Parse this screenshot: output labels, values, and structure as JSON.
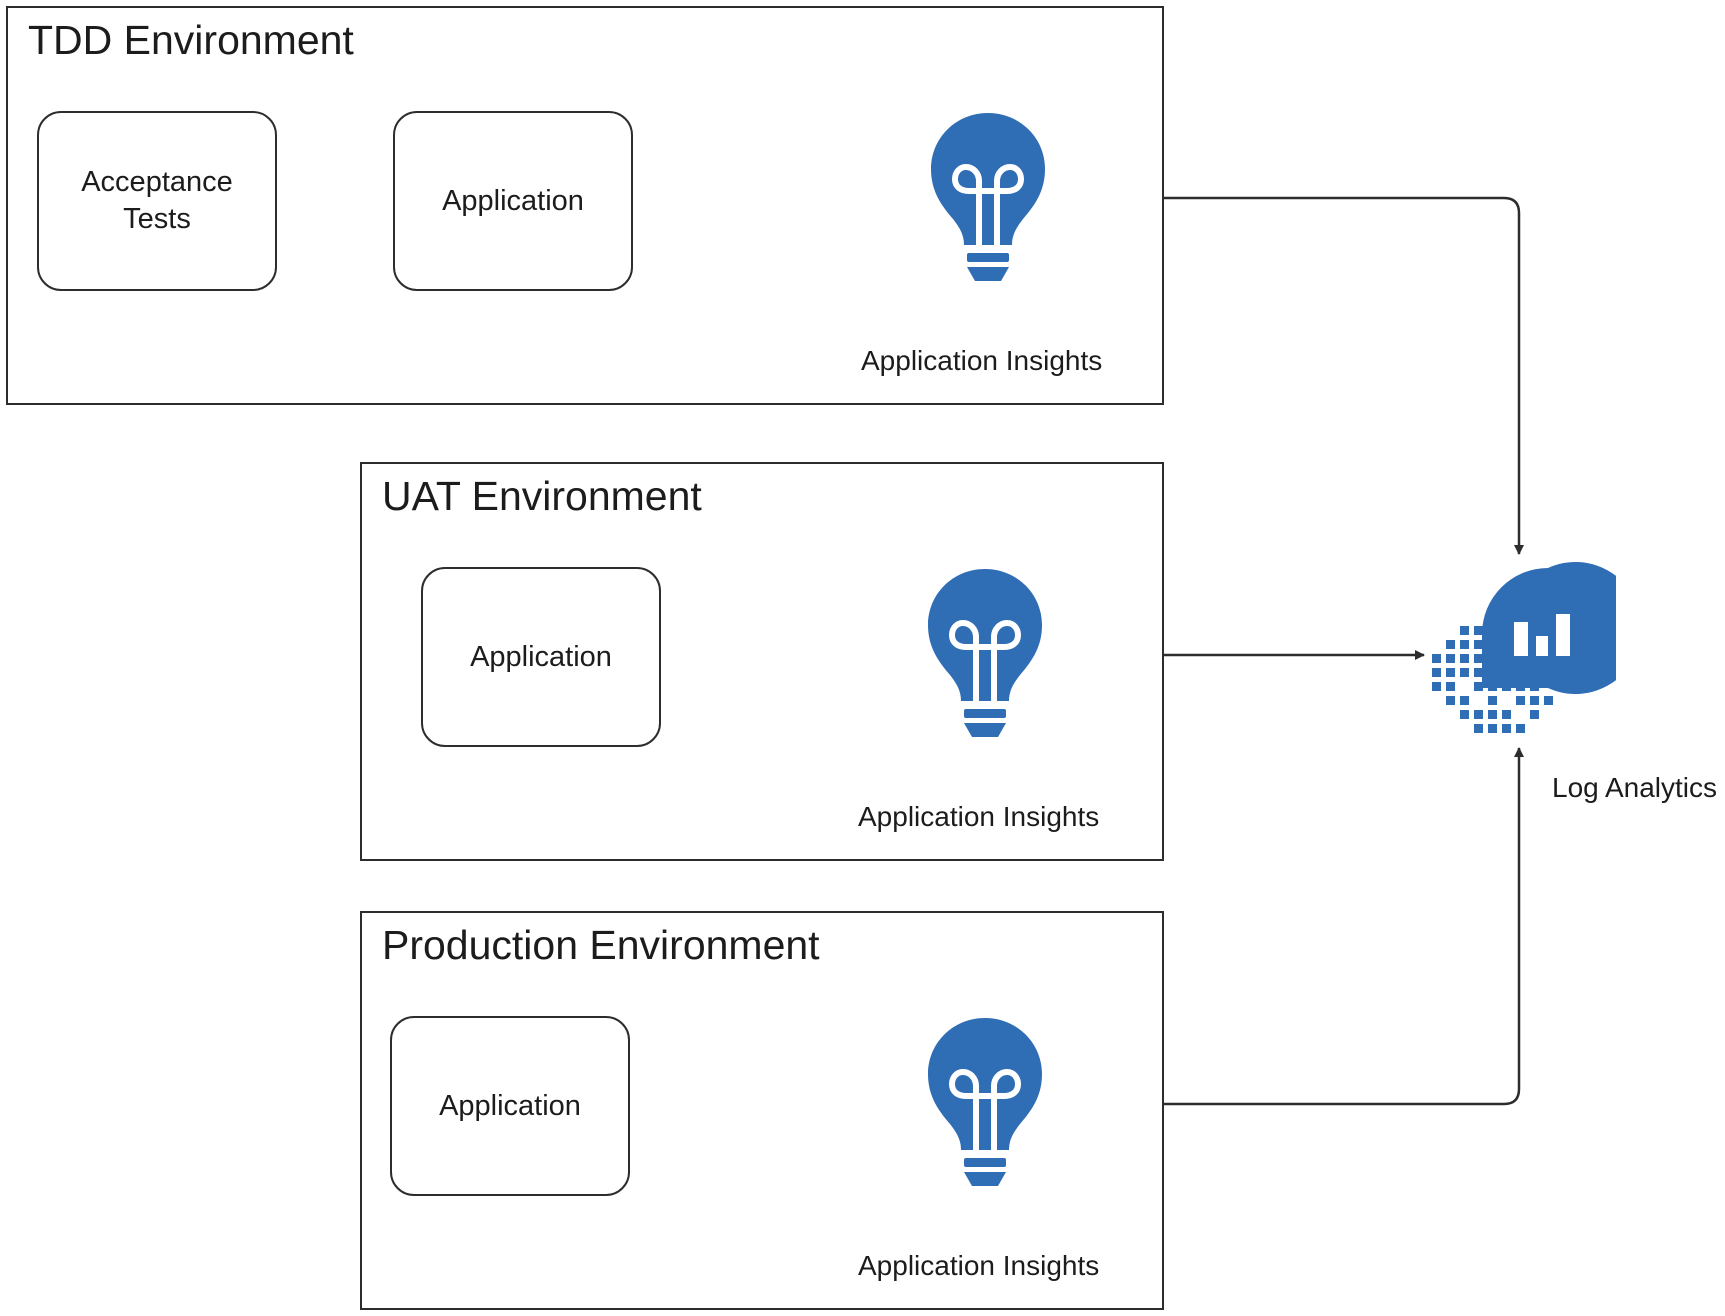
{
  "colors": {
    "accent": "#2f6db5",
    "stroke": "#2d2d2d"
  },
  "environments": [
    {
      "title": "TDD Environment",
      "boxes": [
        "Acceptance\nTests",
        "Application"
      ],
      "insights_label": "Application Insights",
      "insights_icon": "lightbulb-icon"
    },
    {
      "title": "UAT Environment",
      "boxes": [
        "Application"
      ],
      "insights_label": "Application Insights",
      "insights_icon": "lightbulb-icon"
    },
    {
      "title": "Production Environment",
      "boxes": [
        "Application"
      ],
      "insights_label": "Application Insights",
      "insights_icon": "lightbulb-icon"
    }
  ],
  "log_analytics": {
    "label": "Log Analytics",
    "icon": "log-analytics-icon"
  }
}
